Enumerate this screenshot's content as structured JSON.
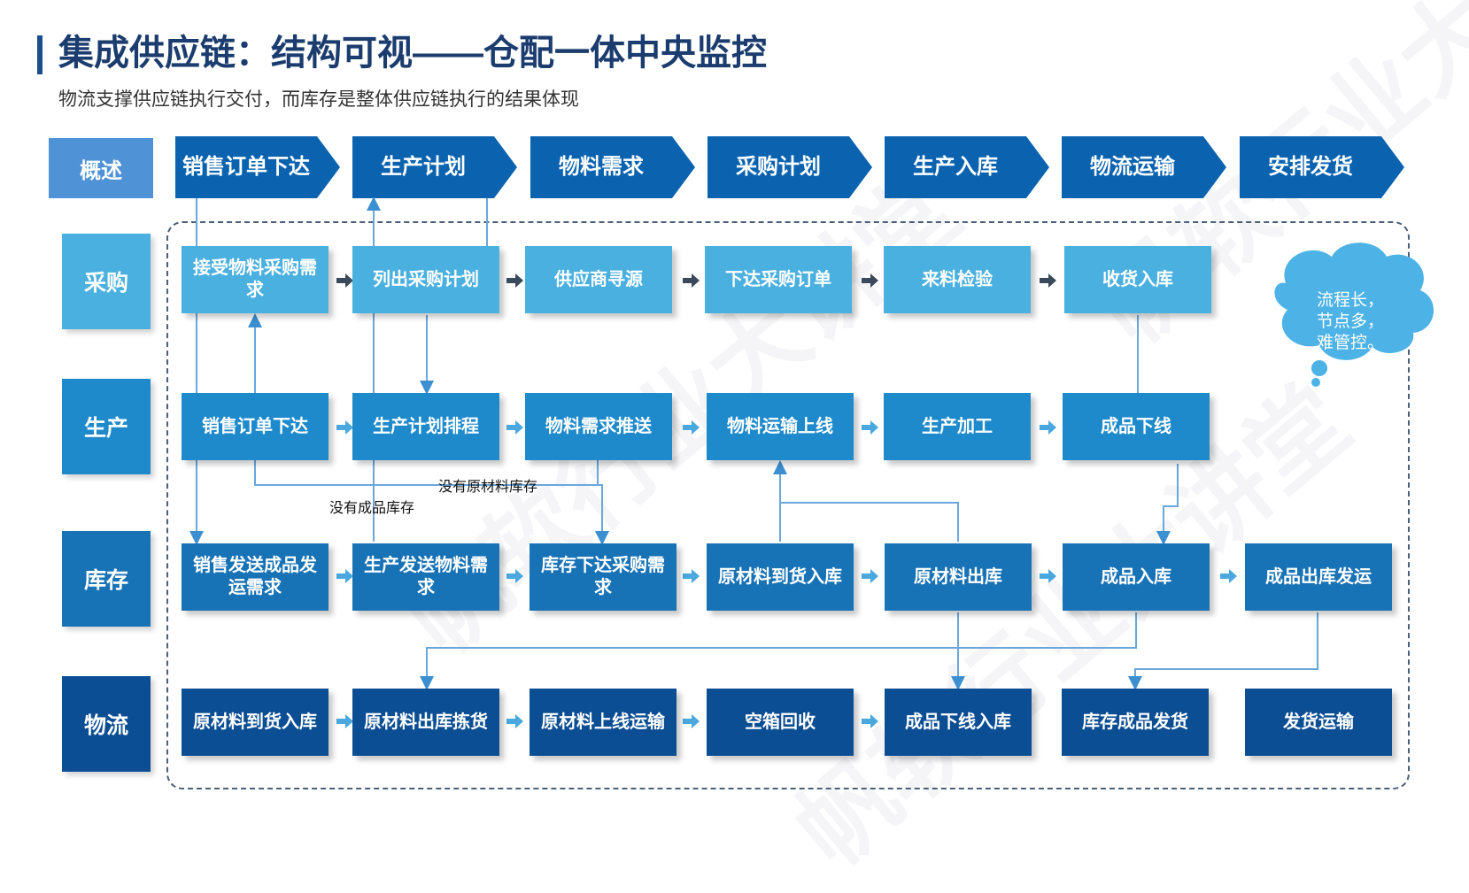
{
  "title": "集成供应链：结构可视——仓配一体中央监控",
  "subtitle": "物流支撑供应链执行交付，而库存是整体供应链执行的结果体现",
  "overview": "概述",
  "phases": [
    "销售订单下达",
    "生产计划",
    "物料需求",
    "采购计划",
    "生产入库",
    "物流运输",
    "安排发货"
  ],
  "lanes": [
    "采购",
    "生产",
    "库存",
    "物流"
  ],
  "rows": {
    "procurement": [
      "接受物料采购需求",
      "列出采购计划",
      "供应商寻源",
      "下达采购订单",
      "来料检验",
      "收货入库"
    ],
    "production": [
      "销售订单下达",
      "生产计划排程",
      "物料需求推送",
      "物料运输上线",
      "生产加工",
      "成品下线"
    ],
    "inventory": [
      "销售发送成品发运需求",
      "生产发送物料需求",
      "库存下达采购需求",
      "原材料到货入库",
      "原材料出库",
      "成品入库",
      "成品出库发运"
    ],
    "logistics": [
      "原材料到货入库",
      "原材料出库拣货",
      "原材料上线运输",
      "空箱回收",
      "成品下线入库",
      "库存成品发货",
      "发货运输"
    ]
  },
  "notes": {
    "no_raw_material": "没有原材料库存",
    "no_finished_goods": "没有成品库存"
  },
  "cloud": [
    "流程长，",
    "节点多，",
    "难管控。"
  ],
  "watermark": "帆软行业大讲堂",
  "colors": {
    "title": "#1b3c6e",
    "phase": "#0b63b0",
    "lane_procurement": "#4ab0e0",
    "lane_production": "#1e8acb",
    "lane_inventory": "#1872b6",
    "lane_logistics": "#0c4e93",
    "cloud": "#4db3e6"
  }
}
